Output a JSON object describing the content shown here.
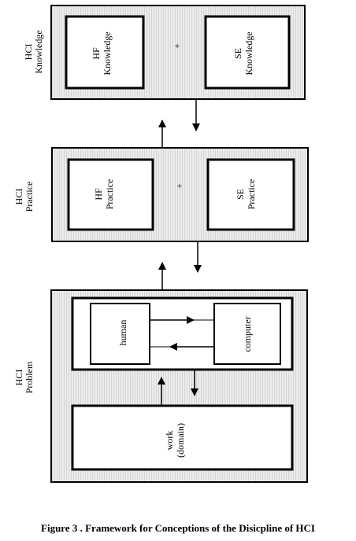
{
  "knowledge": {
    "side_label_line1": "HCI",
    "side_label_line2": "Knowledge",
    "left_line1": "HF",
    "left_line2": "Knowledge",
    "plus": "+",
    "right_line1": "SE",
    "right_line2": "Knowledge"
  },
  "practice": {
    "side_label_line1": "HCI",
    "side_label_line2": "Practice",
    "left_line1": "HF",
    "left_line2": "Practice",
    "plus": "+",
    "right_line1": "SE",
    "right_line2": "Practice"
  },
  "problem": {
    "side_label_line1": "HCI",
    "side_label_line2": "Problem",
    "human": "human",
    "computer": "computer",
    "work_line1": "work",
    "work_line2": "(domain)"
  },
  "caption": "Figure 3 . Framework for Conceptions of the Disicpline of HCI",
  "colors": {
    "panel_fill": "#e2e2e2",
    "box_fill": "#ffffff",
    "stroke": "#000000"
  }
}
